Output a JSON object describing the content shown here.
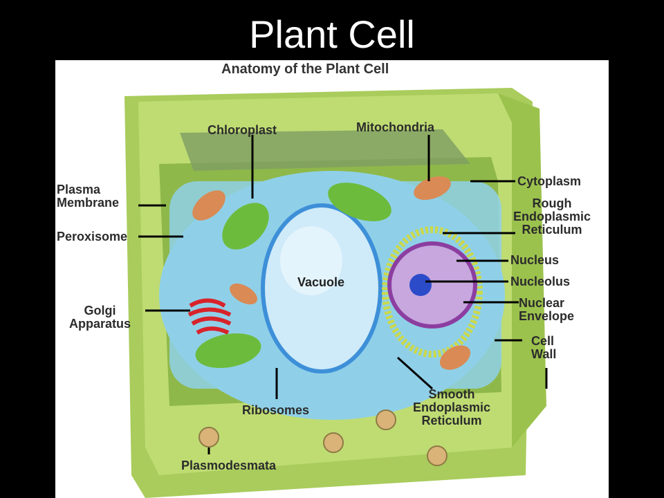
{
  "slide": {
    "title": "Plant Cell"
  },
  "figure": {
    "heading": "Anatomy of the Plant Cell",
    "labels": {
      "chloroplast": "Chloroplast",
      "mitochondria": "Mitochondria",
      "plasma_membrane": "Plasma\nMembrane",
      "cytoplasm": "Cytoplasm",
      "rough_er": "Rough\nEndoplasmic\nReticulum",
      "peroxisome": "Peroxisome",
      "vacuole": "Vacuole",
      "nucleus": "Nucleus",
      "nucleolus": "Nucleolus",
      "nuclear_envelope": "Nuclear\nEnvelope",
      "golgi": "Golgi\nApparatus",
      "cell_wall": "Cell\nWall",
      "smooth_er": "Smooth\nEndoplasmic\nReticulum",
      "ribosomes": "Ribosomes",
      "plasmodesmata": "Plasmodesmata"
    }
  },
  "colors": {
    "cell_wall": "#b9d86a",
    "cytoplasm": "#8fd0e8",
    "vacuole": "#bfe4f6",
    "nucleus": "#b48ad0",
    "golgi": "#d8232a",
    "chloroplast": "#6dbb3c",
    "mitochondria": "#d98a55"
  }
}
